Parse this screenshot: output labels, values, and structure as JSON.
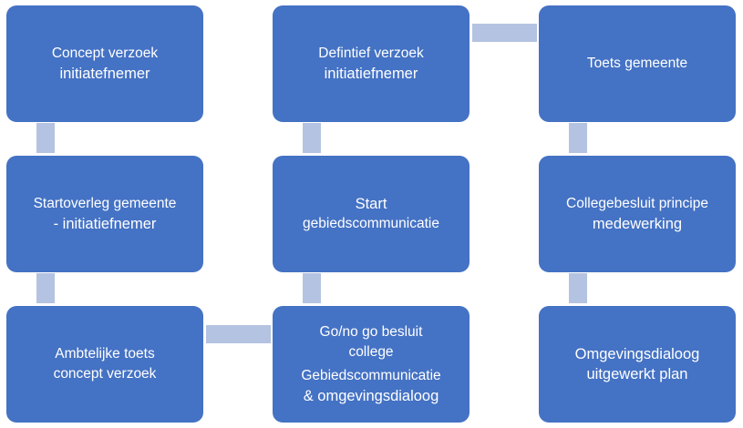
{
  "colors": {
    "box_fill": "#4472c4",
    "connector": "#b4c3e1",
    "text": "#ffffff",
    "background": "#ffffff"
  },
  "boxes": {
    "concept_verzoek": {
      "line1": "Concept  verzoek",
      "line2": "initiatefnemer"
    },
    "startoverleg": {
      "line1": "Startoverleg  gemeente",
      "line2": "- initiatiefnemer"
    },
    "ambtelijke_toets": {
      "line1": "Ambtelijke  toets",
      "line2": "concept  verzoek"
    },
    "definitief_verzoek": {
      "line1": "Defintief  verzoek",
      "line2": "initiatiefnemer"
    },
    "start_gebiedscommunicatie": {
      "line1": "Start",
      "line2": "gebiedscommunicatie"
    },
    "go_no_go": {
      "line1": "Go/no go besluit",
      "line2": "college",
      "line3": "Gebiedscommunicatie",
      "line4": "& omgevingsdialoog"
    },
    "toets_gemeente": {
      "line1": "Toets gemeente"
    },
    "collegebesluit": {
      "line1": "Collegebesluit  principe",
      "line2": "medewerking"
    },
    "omgevingsdialoog_plan": {
      "line1": "Omgevingsdialoog",
      "line2": "uitgewerkt  plan"
    }
  }
}
